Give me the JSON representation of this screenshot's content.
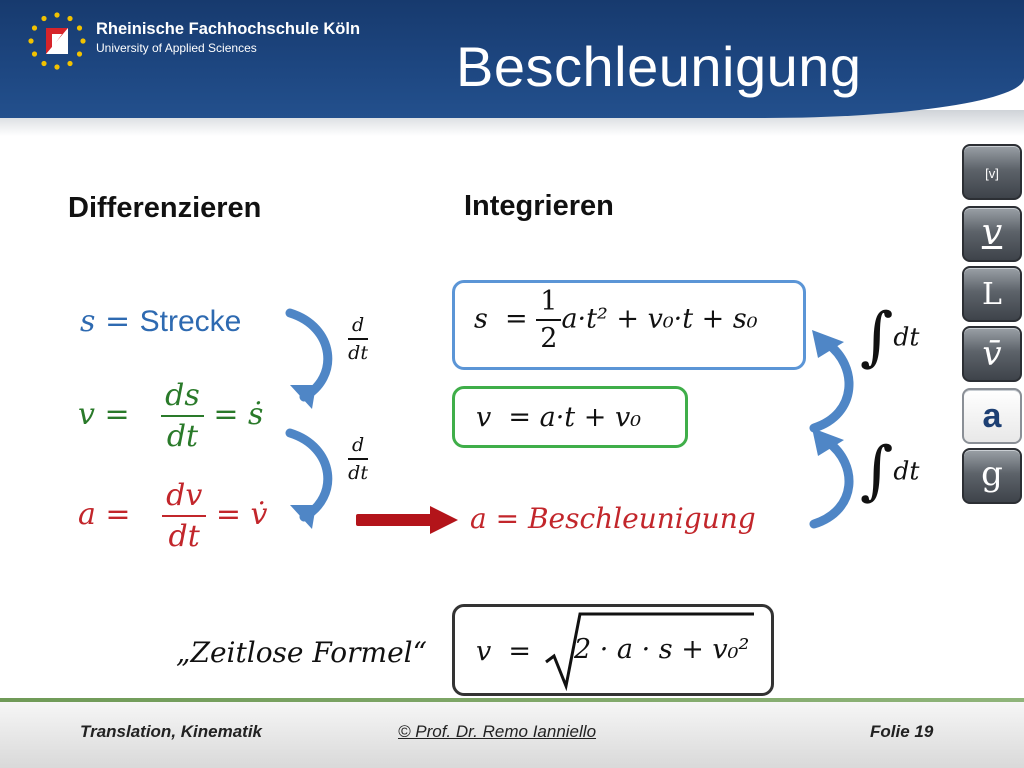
{
  "header": {
    "university_name": "Rheinische Fachhochschule Köln",
    "university_sub": "University of Applied Sciences",
    "title": "Beschleunigung"
  },
  "headings": {
    "left": "Differenzieren",
    "right": "Integrieren"
  },
  "differentiation": {
    "s_var": "s",
    "s_eq": " = ",
    "s_word": "Strecke",
    "v_var": "v =",
    "v_num": "ds",
    "v_den": "dt",
    "v_tail": "= ṡ",
    "a_var": "a =",
    "a_num": "dv",
    "a_den": "dt",
    "a_tail": "= v̇",
    "op_num": "d",
    "op_den": "dt"
  },
  "integration": {
    "s_lhs": "s  =",
    "s_num": "1",
    "s_den": "2",
    "s_rhs": "a·t² + v₀·t + s₀",
    "v_formula": "v  = a·t + v₀",
    "a_formula": "a = Beschleunigung",
    "int_label": "dt"
  },
  "timeless": {
    "label": "„Zeitlose Formel“",
    "lhs": "v  =",
    "radicand": "2 · a · s + v₀²"
  },
  "sidebar": {
    "items": [
      {
        "label": "[v]"
      },
      {
        "label": "v"
      },
      {
        "label": "L"
      },
      {
        "label": "v̄"
      },
      {
        "label": "a"
      },
      {
        "label": "g"
      }
    ]
  },
  "footer": {
    "left": "Translation, Kinematik",
    "center": "© Prof. Dr. Remo Ianniello",
    "right": "Folie 19"
  },
  "colors": {
    "header_blue": "#1d4680",
    "formula_blue": "#2e6ab1",
    "formula_green": "#2a7a2a",
    "formula_red": "#c2262b",
    "box_blue": "#5b95d6",
    "box_green": "#3fae49",
    "box_dark": "#333333",
    "arrow_blue": "#4f86c6",
    "arrow_red": "#b3141a"
  }
}
